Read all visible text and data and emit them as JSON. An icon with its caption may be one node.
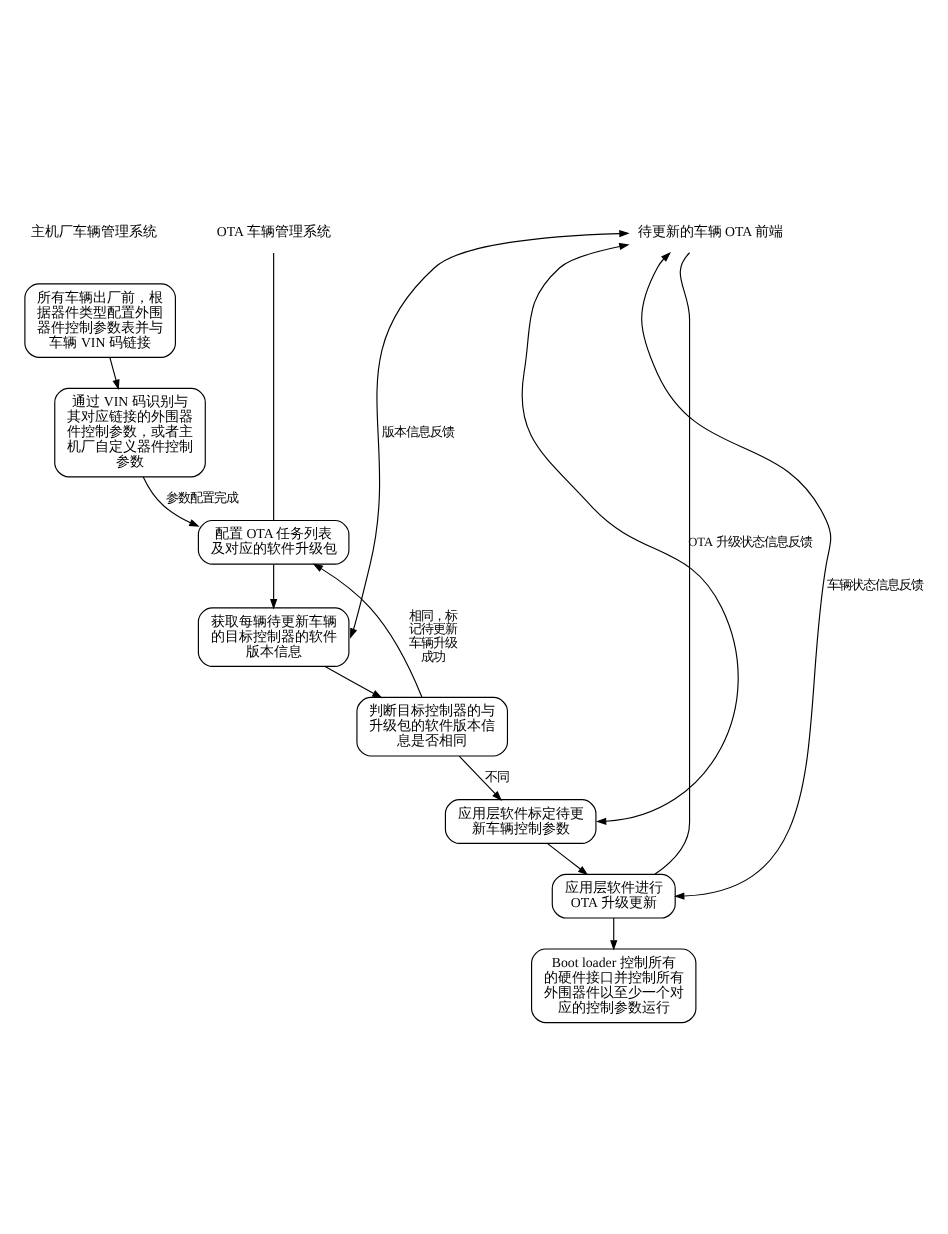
{
  "diagram": {
    "nodes": [
      {
        "text": [
          "OTA 车辆管理系统"
        ]
      },
      {
        "text": [
          "待更新的车辆 OTA 前端"
        ]
      },
      {
        "text": [
          "所有车辆出厂前，根据器件类型配置外围器件控制参数表并与车辆 VIN 码链接"
        ]
      },
      {
        "text": [
          "通过 VIN 码识别与其对应链接的外围器件控制参数，或者主机厂自定义器件控制参数"
        ]
      },
      {
        "text": [
          "配置 OTA 任务列表及对应的软件升级包"
        ]
      },
      {
        "text": [
          "获取每辆待更新车辆的目标控制器的软件版本信息"
        ]
      },
      {
        "text": [
          "判断目标控制器的与升级包的软件版本信息是否相同"
        ]
      },
      {
        "text": [
          "应用层软件标定待更新车辆控制参数"
        ]
      },
      {
        "text": [
          "应用层软件进行 OTA 升级更新"
        ]
      },
      {
        "text": [
          "Boot loader 控制所有的硬件接口并控制所有外围器件以至少一个对应的控制参数运行"
        ]
      }
    ],
    "edges": [
      {
        "from": 2,
        "to": 3,
        "arrow": "to"
      },
      {
        "from": 3,
        "to": 4,
        "arrow": "to",
        "label": "参数配置完成"
      },
      {
        "from": 0,
        "to": 4,
        "arrow": "none"
      },
      {
        "from": 4,
        "to": 5,
        "arrow": "to"
      },
      {
        "from": 5,
        "to": 1,
        "arrow": "both",
        "label": "版本信息反馈"
      },
      {
        "from": 5,
        "to": 6,
        "arrow": "to"
      },
      {
        "from": 6,
        "to": 4,
        "arrow": "to",
        "label": "相同，标记待更新车辆升级成功"
      },
      {
        "from": 6,
        "to": 7,
        "arrow": "to",
        "label": "不同"
      },
      {
        "from": 7,
        "to": 1,
        "arrow": "both",
        "label": "OTA 升级状态信息反馈"
      },
      {
        "from": 7,
        "to": 8,
        "arrow": "to"
      },
      {
        "from": 8,
        "to": 1,
        "arrow": "both",
        "label": "车辆状态信息反馈"
      },
      {
        "from": 1,
        "to": 8,
        "arrow": "none"
      },
      {
        "from": 8,
        "to": 9,
        "arrow": "to"
      }
    ],
    "labels": [
      "主机厂车辆管理系统"
    ]
  }
}
